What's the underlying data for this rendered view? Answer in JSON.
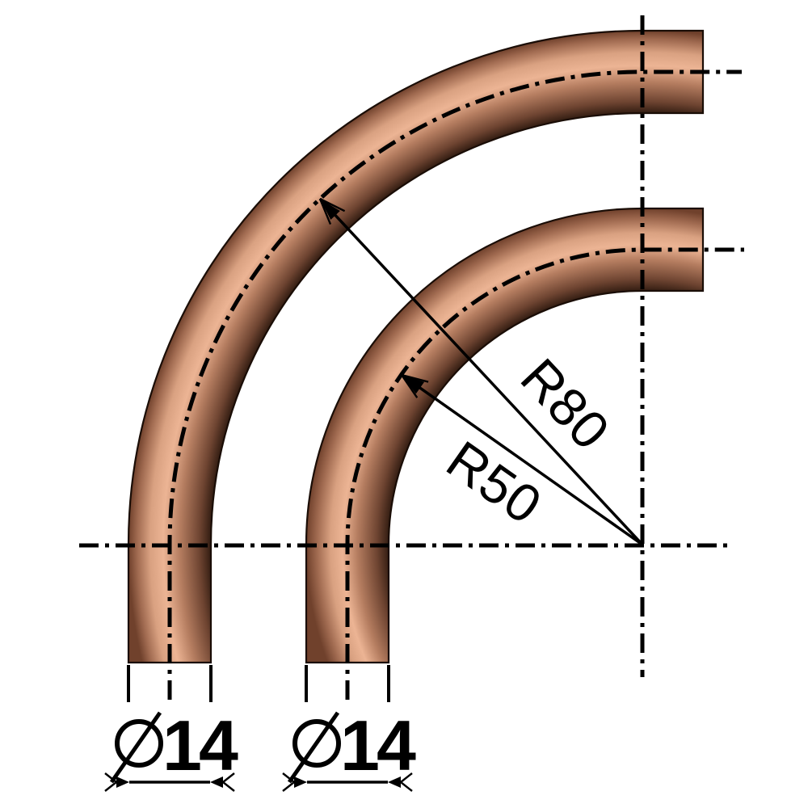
{
  "drawing": {
    "type": "technical-drawing",
    "part": "copper pipe bends, 90 degree",
    "background": "#ffffff",
    "line_color": "#000000",
    "labels": {
      "outer_bend_radius": "R80",
      "inner_bend_radius": "R50",
      "pipe1_diameter_value": "14",
      "pipe2_diameter_value": "14",
      "diameter_symbol": "diameter-sign (circle with slash)"
    },
    "dimensions": {
      "outer_bend_radius_mm": 80,
      "inner_bend_radius_mm": 50,
      "pipe_outer_diameter_mm": 14
    },
    "colors": {
      "copper_inner_dark": "#331d12",
      "copper_shadow": "#6e4431",
      "copper_mid": "#b57d60",
      "copper_highlight": "#ecb494",
      "copper_soft": "#d9a181",
      "copper_low": "#a06a50",
      "copper_edge": "#70412c",
      "outline": "#1a0d06",
      "linework": "#000000"
    }
  }
}
